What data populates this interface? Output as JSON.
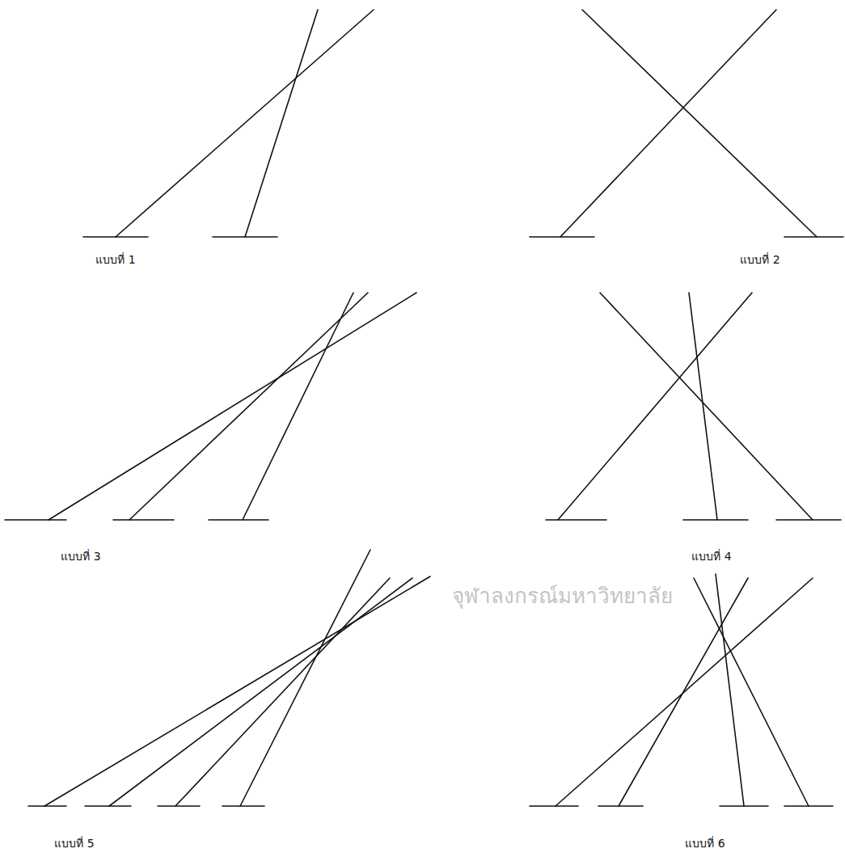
{
  "diagram": {
    "labels": [
      "แบบที่ 1",
      "แบบที่ 2",
      "แบบที่ 3",
      "แบบที่ 4",
      "แบบที่ 5",
      "แบบที่ 6",
      "จุฬาลงกรณ์มหาวิทยาลัย"
    ]
  }
}
